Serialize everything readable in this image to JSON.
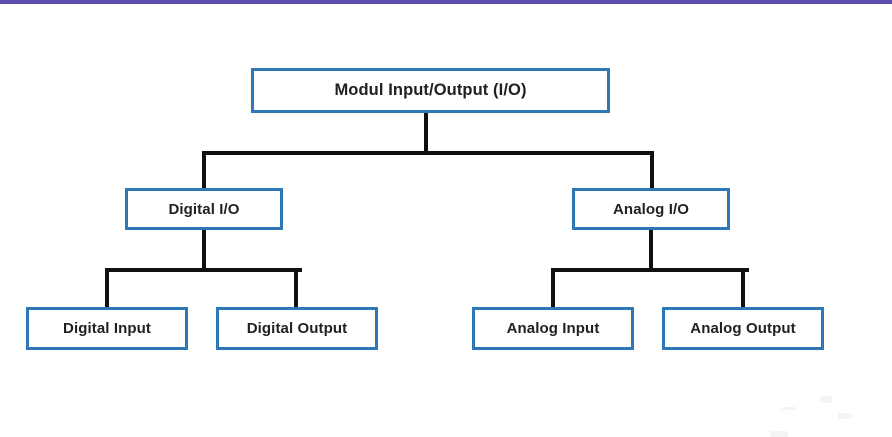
{
  "page": {
    "title": "Modul Input/Output (I/O) hierarchy diagram",
    "background_color": "#ffffff",
    "accent_bar_color": "#5b4fae",
    "box_border_color": "#2e78b8",
    "connector_color": "#101010",
    "text_color": "#212121"
  },
  "chart_data": {
    "type": "diagram",
    "diagram_kind": "tree",
    "orientation": "top-down",
    "title": "Modul Input/Output (I/O)",
    "levels": 3,
    "nodes": [
      {
        "id": "root",
        "label": "Modul Input/Output (I/O)",
        "level": 0,
        "parent": null
      },
      {
        "id": "digital",
        "label": "Digital I/O",
        "level": 1,
        "parent": "root"
      },
      {
        "id": "analog",
        "label": "Analog I/O",
        "level": 1,
        "parent": "root"
      },
      {
        "id": "digital_input",
        "label": "Digital Input",
        "level": 2,
        "parent": "digital"
      },
      {
        "id": "digital_output",
        "label": "Digital Output",
        "level": 2,
        "parent": "digital"
      },
      {
        "id": "analog_input",
        "label": "Analog Input",
        "level": 2,
        "parent": "analog"
      },
      {
        "id": "analog_output",
        "label": "Analog Output",
        "level": 2,
        "parent": "analog"
      }
    ],
    "edges": [
      {
        "from": "root",
        "to": "digital"
      },
      {
        "from": "root",
        "to": "analog"
      },
      {
        "from": "digital",
        "to": "digital_input"
      },
      {
        "from": "digital",
        "to": "digital_output"
      },
      {
        "from": "analog",
        "to": "analog_input"
      },
      {
        "from": "analog",
        "to": "analog_output"
      }
    ]
  }
}
